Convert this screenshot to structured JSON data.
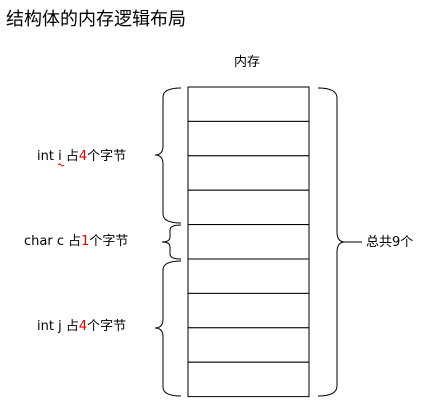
{
  "title": "结构体的内存逻辑布局",
  "memory_header": "内存",
  "total_label": "总共9个",
  "members": [
    {
      "prefix": "int i 占",
      "count": "4",
      "suffix": "个字节"
    },
    {
      "prefix": "char c 占",
      "count": "1",
      "suffix": "个字节"
    },
    {
      "prefix": "int j 占",
      "count": "4",
      "suffix": "个字节"
    }
  ],
  "cell_count": 9,
  "colors": {
    "highlight": "#e00000",
    "line": "#000000"
  }
}
